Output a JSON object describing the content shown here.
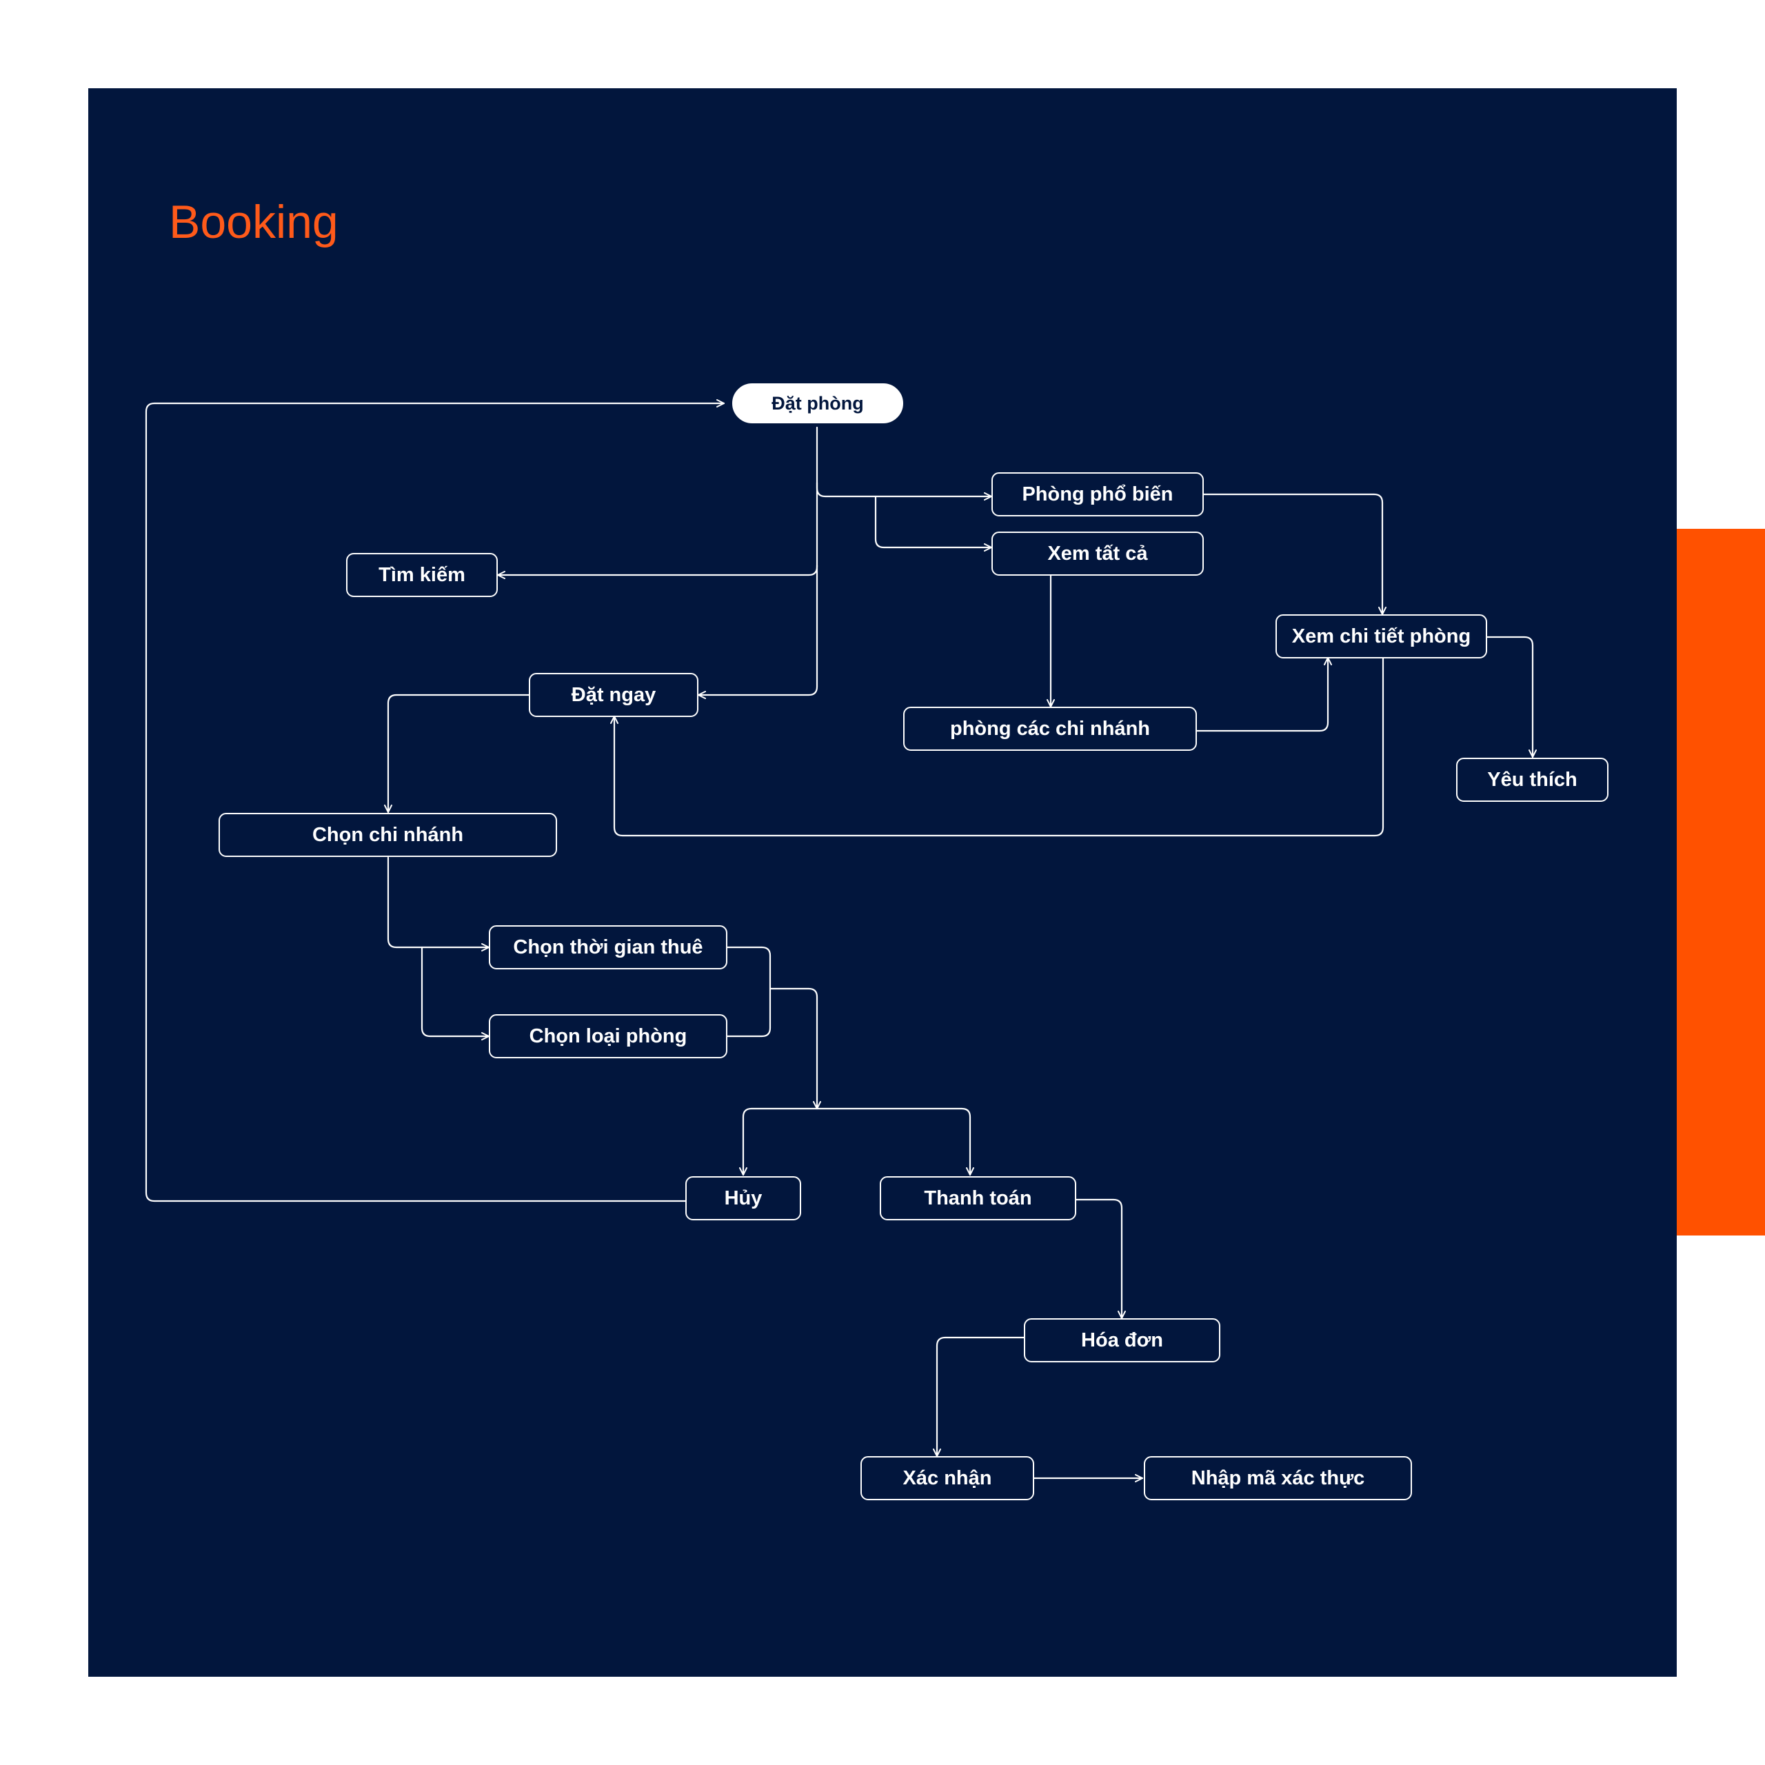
{
  "title": "Booking",
  "colors": {
    "background": "#02163d",
    "accent": "#ff5100",
    "title": "#ff5a1a",
    "stroke": "#ffffff"
  },
  "nodes": {
    "dat_phong": "Đặt phòng",
    "phong_pho_bien": "Phòng phổ biến",
    "xem_tat_ca": "Xem tất cả",
    "tim_kiem": "Tìm kiếm",
    "xem_chi_tiet_phong": "Xem chi tiết phòng",
    "dat_ngay": "Đặt ngay",
    "phong_cac_chi_nhanh": "phòng các chi nhánh",
    "yeu_thich": "Yêu thích",
    "chon_chi_nhanh": "Chọn chi nhánh",
    "chon_thoi_gian_thue": "Chọn thời gian thuê",
    "chon_loai_phong": "Chọn loại phòng",
    "huy": "Hủy",
    "thanh_toan": "Thanh toán",
    "hoa_don": "Hóa đơn",
    "xac_nhan": "Xác nhận",
    "nhap_ma_xac_thuc": "Nhập mã xác thực"
  }
}
